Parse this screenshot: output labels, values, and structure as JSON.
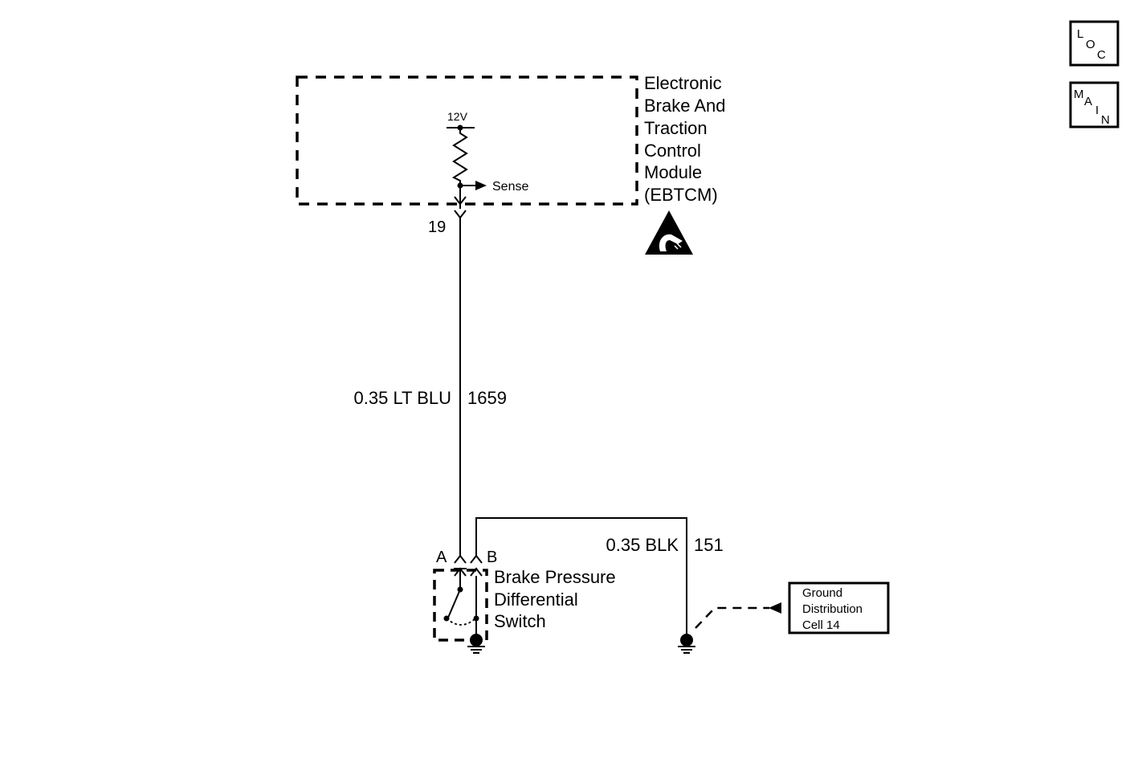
{
  "nav": {
    "loc": {
      "l1": "L",
      "l2": "O",
      "l3": "C"
    },
    "main": {
      "l1": "M",
      "l2": "A",
      "l3": "I",
      "l4": "N"
    }
  },
  "module": {
    "name_lines": [
      "Electronic",
      "Brake And",
      "Traction",
      "Control",
      "Module",
      "(EBTCM)"
    ],
    "voltage": "12V",
    "sense": "Sense",
    "pin": "19"
  },
  "wire1": {
    "gauge_color": "0.35 LT BLU",
    "circuit": "1659"
  },
  "wire2": {
    "gauge_color": "0.35 BLK",
    "circuit": "151"
  },
  "switch": {
    "name_lines": [
      "Brake Pressure",
      "Differential",
      "Switch"
    ],
    "pin_a": "A",
    "pin_b": "B"
  },
  "ground_ref": {
    "lines": [
      "Ground",
      "Distribution",
      "Cell 14"
    ]
  }
}
